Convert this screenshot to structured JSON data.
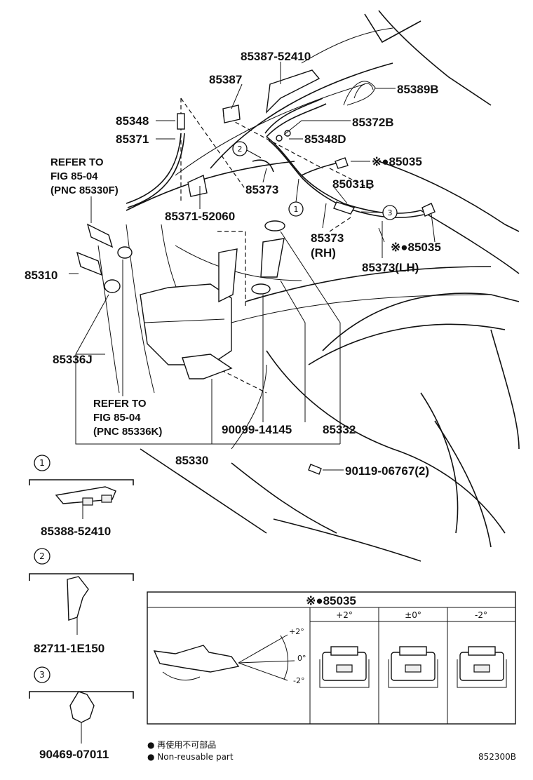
{
  "labels": {
    "p85387_52410": "85387-52410",
    "p85387": "85387",
    "p85389B": "85389B",
    "p85348": "85348",
    "p85372B": "85372B",
    "p85371": "85371",
    "p85348D": "85348D",
    "p85035_top": "※●85035",
    "refer1_l1": "REFER TO",
    "refer1_l2": "FIG 85-04",
    "refer1_l3": "(PNC 85330F)",
    "p85373_mid": "85373",
    "p85031B": "85031B",
    "p85371_52060": "85371-52060",
    "p85373_rh_1": "85373",
    "p85373_rh_2": "(RH)",
    "p85035_right": "※●85035",
    "p85310": "85310",
    "p85373_lh": "85373(LH)",
    "p85336J": "85336J",
    "refer2_l1": "REFER TO",
    "refer2_l2": "FIG 85-04",
    "refer2_l3": "(PNC 85336K)",
    "p90099_14145": "90099-14145",
    "p85332": "85332",
    "p85330": "85330",
    "p90119_06767": "90119-06767(2)",
    "p85388_52410": "85388-52410",
    "p82711_1E150": "82711-1E150",
    "p90469_07011": "90469-07011",
    "callout1": "1",
    "callout2": "2",
    "callout3": "3"
  },
  "inset": {
    "title": "※●85035",
    "col1": "+2°",
    "col2": "±0°",
    "col3": "-2°",
    "angle_plus": "+2°",
    "angle_zero": "0°",
    "angle_minus": "-2°"
  },
  "legend": {
    "line1": "● 再使用不可部品",
    "line2": "● Non-reusable part"
  },
  "figure_code": "852300B"
}
